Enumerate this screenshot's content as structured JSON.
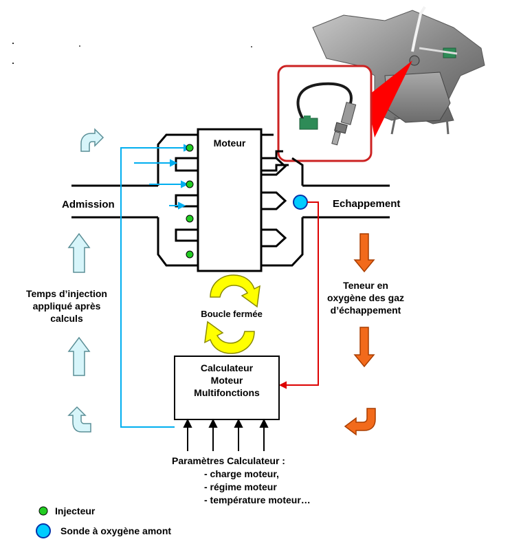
{
  "engine": {
    "label": "Moteur"
  },
  "intake": {
    "label": "Admission"
  },
  "exhaust": {
    "label": "Echappement"
  },
  "injection_time": {
    "lines": [
      "Temps d’injection",
      "appliqué après",
      "calculs"
    ]
  },
  "oxygen_content": {
    "lines": [
      "Teneur en",
      "oxygène des gaz",
      "d’échappement"
    ]
  },
  "closed_loop": {
    "label": "Boucle fermée"
  },
  "ecu": {
    "lines": [
      "Calculateur",
      "Moteur",
      "Multifonctions"
    ]
  },
  "ecu_params": {
    "title": "Paramètres Calculateur :",
    "items": [
      "- charge moteur,",
      "- régime moteur",
      "- température moteur…"
    ]
  },
  "legend": {
    "injector": {
      "label": "Injecteur",
      "color": "#22cc22"
    },
    "sensor": {
      "label": "Sonde à oxygène amont",
      "color": "#00ccff"
    }
  },
  "colors": {
    "intake_arrows": "#d7f5fa",
    "exhaust_arrows": "#f26a1b",
    "loop_arrows": "#ffff00",
    "injection_line": "#00aeef",
    "sensor_line": "#dd0000"
  },
  "photo": {
    "icon": "oxygen-sensor-photo"
  }
}
